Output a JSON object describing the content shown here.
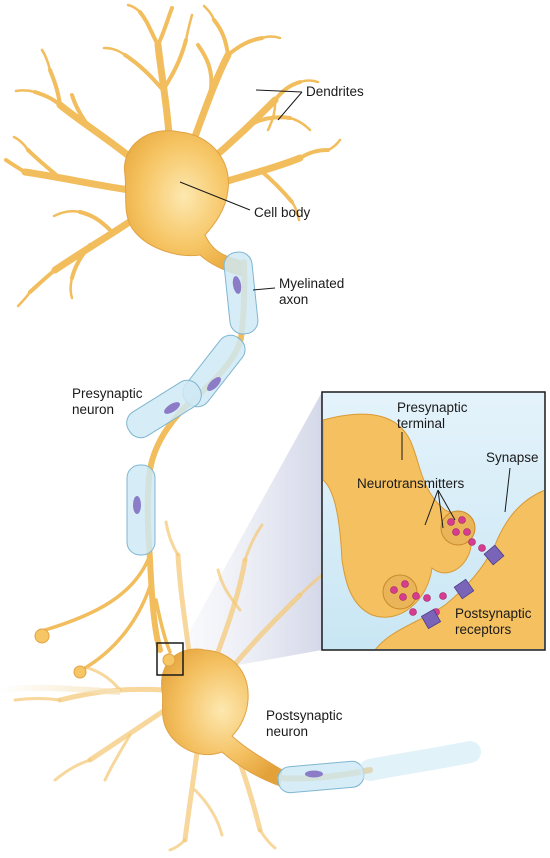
{
  "labels": {
    "dendrites": "Dendrites",
    "cell_body": "Cell body",
    "myelinated_axon": [
      "Myelinated",
      "axon"
    ],
    "presynaptic_neuron": [
      "Presynaptic",
      "neuron"
    ],
    "postsynaptic_neuron": [
      "Postsynaptic",
      "neuron"
    ],
    "presynaptic_terminal": [
      "Presynaptic",
      "terminal"
    ],
    "synapse": "Synapse",
    "neurotransmitters": "Neurotransmitters",
    "postsynaptic_receptors": [
      "Postsynaptic",
      "receptors"
    ]
  },
  "colors": {
    "neuron_fill": "#f7c462",
    "neuron_light": "#fde3a4",
    "myelin": "#cfe9f5",
    "myelin_stroke": "#7fb6d1",
    "nucleus": "#8c7cc8",
    "vesicle": "#d63c8f",
    "receptor": "#7a64b8",
    "inset_bg": "#dff1fa",
    "line": "#1a1a1a"
  }
}
